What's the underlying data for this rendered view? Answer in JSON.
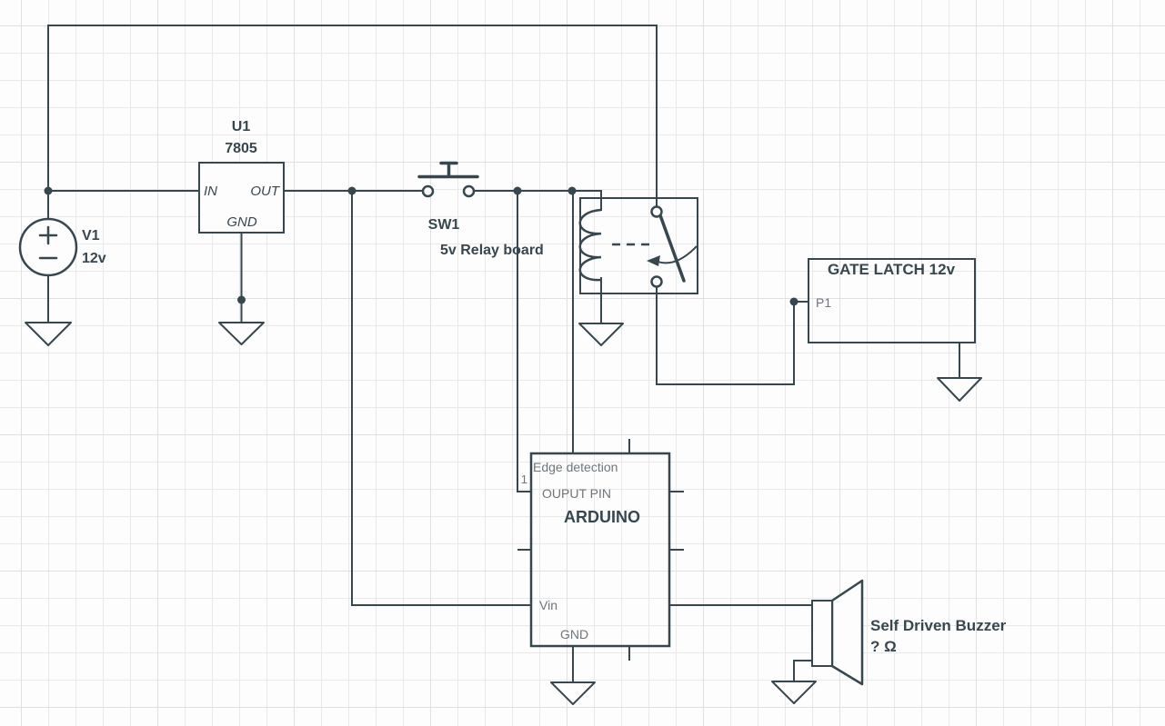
{
  "diagram_type": "circuit-schematic",
  "colors": {
    "stroke": "#37474F",
    "muted_label": "#6f757a",
    "grid_minor": "#e9e9e9",
    "grid_major": "#e0e0e0",
    "background": "#fdfdfd"
  },
  "components": {
    "power_source": {
      "ref": "V1",
      "value": "12v"
    },
    "regulator": {
      "ref": "U1",
      "part": "7805",
      "pin_in": "IN",
      "pin_out": "OUT",
      "pin_gnd": "GND"
    },
    "pushbutton": {
      "ref": "SW1",
      "label": "5v Relay board"
    },
    "gate_latch": {
      "title": "GATE LATCH 12v",
      "pin": "P1"
    },
    "arduino": {
      "title": "ARDUINO",
      "note_edge": "Edge detection",
      "note_output": "OUPUT PIN",
      "pin_number": "1",
      "pin_vin": "Vin",
      "pin_gnd": "GND"
    },
    "buzzer": {
      "name": "Self Driven Buzzer",
      "impedance": "? Ω"
    }
  }
}
